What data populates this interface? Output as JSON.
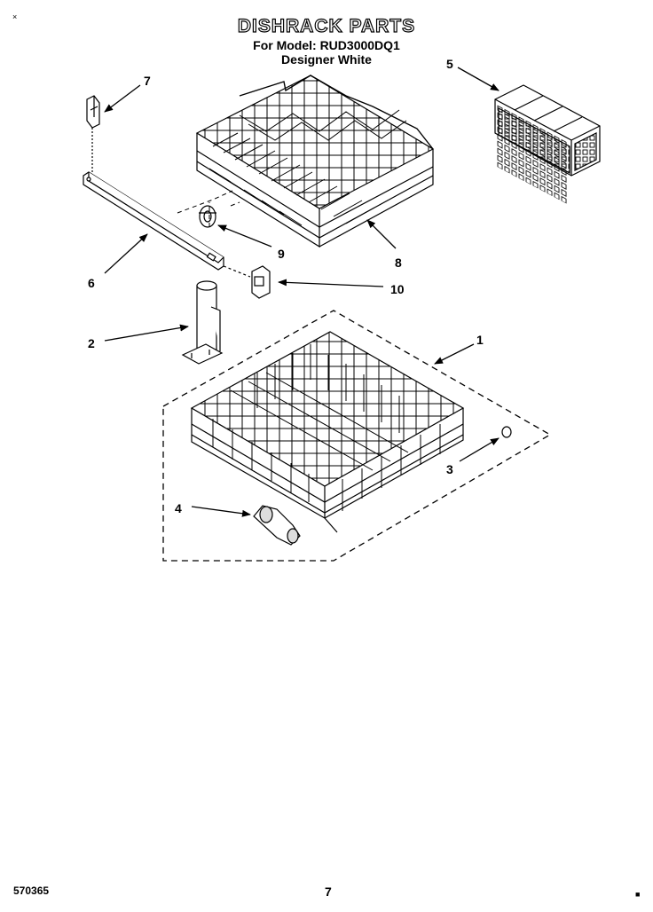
{
  "header": {
    "title": "DISHRACK PARTS",
    "model_line": "For Model: RUD3000DQ1",
    "color_line": "Designer White"
  },
  "footer": {
    "doc_code": "570365",
    "page_number": "7"
  },
  "corner_marks": {
    "top_left": "×",
    "bottom_right": "■"
  },
  "callouts": {
    "part1": "1",
    "part2": "2",
    "part3": "3",
    "part4": "4",
    "part5": "5",
    "part6": "6",
    "part7": "7",
    "part8": "8",
    "part9": "9",
    "part10": "10"
  }
}
